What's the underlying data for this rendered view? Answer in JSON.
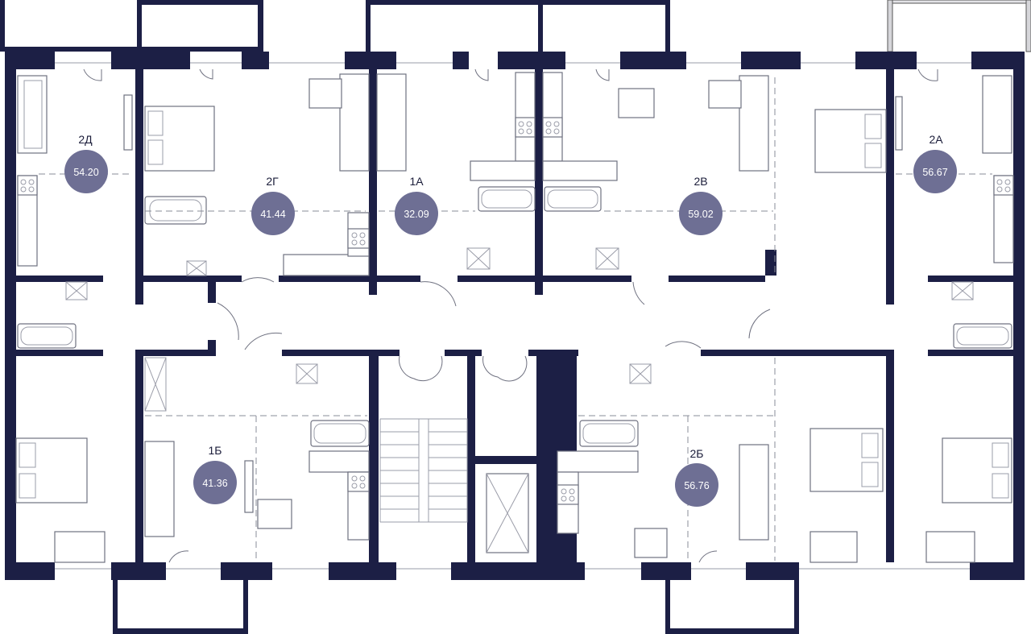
{
  "apartments": [
    {
      "id": "apt-2d",
      "label": "2Д",
      "area": "54.20"
    },
    {
      "id": "apt-2g",
      "label": "2Г",
      "area": "41.44"
    },
    {
      "id": "apt-1a",
      "label": "1А",
      "area": "32.09"
    },
    {
      "id": "apt-2v",
      "label": "2В",
      "area": "59.02"
    },
    {
      "id": "apt-2a",
      "label": "2А",
      "area": "56.67"
    },
    {
      "id": "apt-1b",
      "label": "1Б",
      "area": "41.36"
    },
    {
      "id": "apt-2b",
      "label": "2Б",
      "area": "56.76"
    }
  ],
  "colors": {
    "wall": "#1c1f45",
    "area_badge": "#6e6f94",
    "label_text": "#1b1d3a",
    "furniture_line": "#6f7180"
  }
}
